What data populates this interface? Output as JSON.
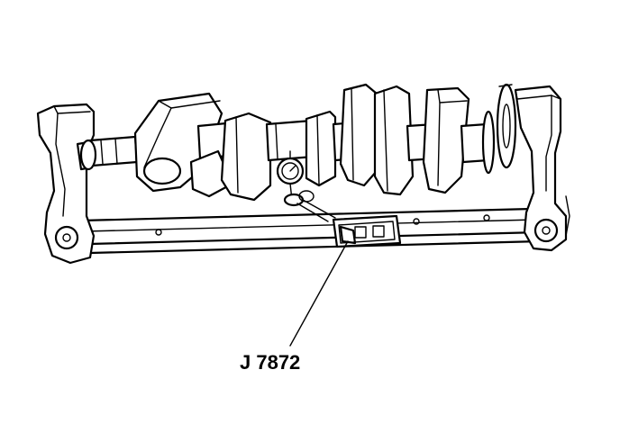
{
  "diagram": {
    "callouts": [
      {
        "id": "tool",
        "label": "J 7872"
      }
    ],
    "colors": {
      "ink": "#000000",
      "paper": "#ffffff"
    },
    "parts": [
      "stand-left-upright",
      "stand-right-upright",
      "stand-base-rail",
      "crankshaft",
      "dial-indicator",
      "magnetic-base"
    ]
  }
}
